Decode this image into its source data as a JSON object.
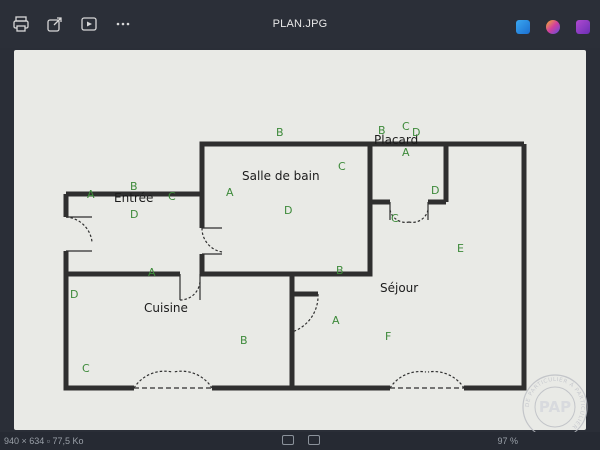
{
  "toolbar": {
    "title": "PLAN.JPG",
    "icons": [
      "print-icon",
      "share-icon",
      "slideshow-icon",
      "more-icon"
    ],
    "right_icons": [
      "edit-icon",
      "copilot-icon",
      "clipchamp-icon"
    ]
  },
  "plan": {
    "rooms": {
      "entree": "Entrée",
      "salle_de_bain": "Salle de bain",
      "placard": "Placard",
      "cuisine": "Cuisine",
      "sejour": "Séjour"
    },
    "letters": {
      "entree_a": "A",
      "entree_b": "B",
      "entree_c": "C",
      "entree_d": "D",
      "sdb_b": "B",
      "sdb_c": "C",
      "sdb_a": "A",
      "sdb_d": "D",
      "placard_b": "B",
      "placard_c": "C",
      "placard_d": "D",
      "placard_a": "A",
      "sejour_d": "D",
      "sejour_c": "C",
      "sejour_e": "E",
      "sejour_b": "B",
      "sejour_a": "A",
      "sejour_f": "F",
      "cuisine_a": "A",
      "cuisine_d": "D",
      "cuisine_b": "B",
      "cuisine_c": "C"
    }
  },
  "stamp": {
    "text": "PAP",
    "ring": "DE PARTICULIER À PARTICULIER"
  },
  "status": {
    "info": "940 × 634   ▫   77,5 Ko",
    "zoom": "97 %"
  }
}
